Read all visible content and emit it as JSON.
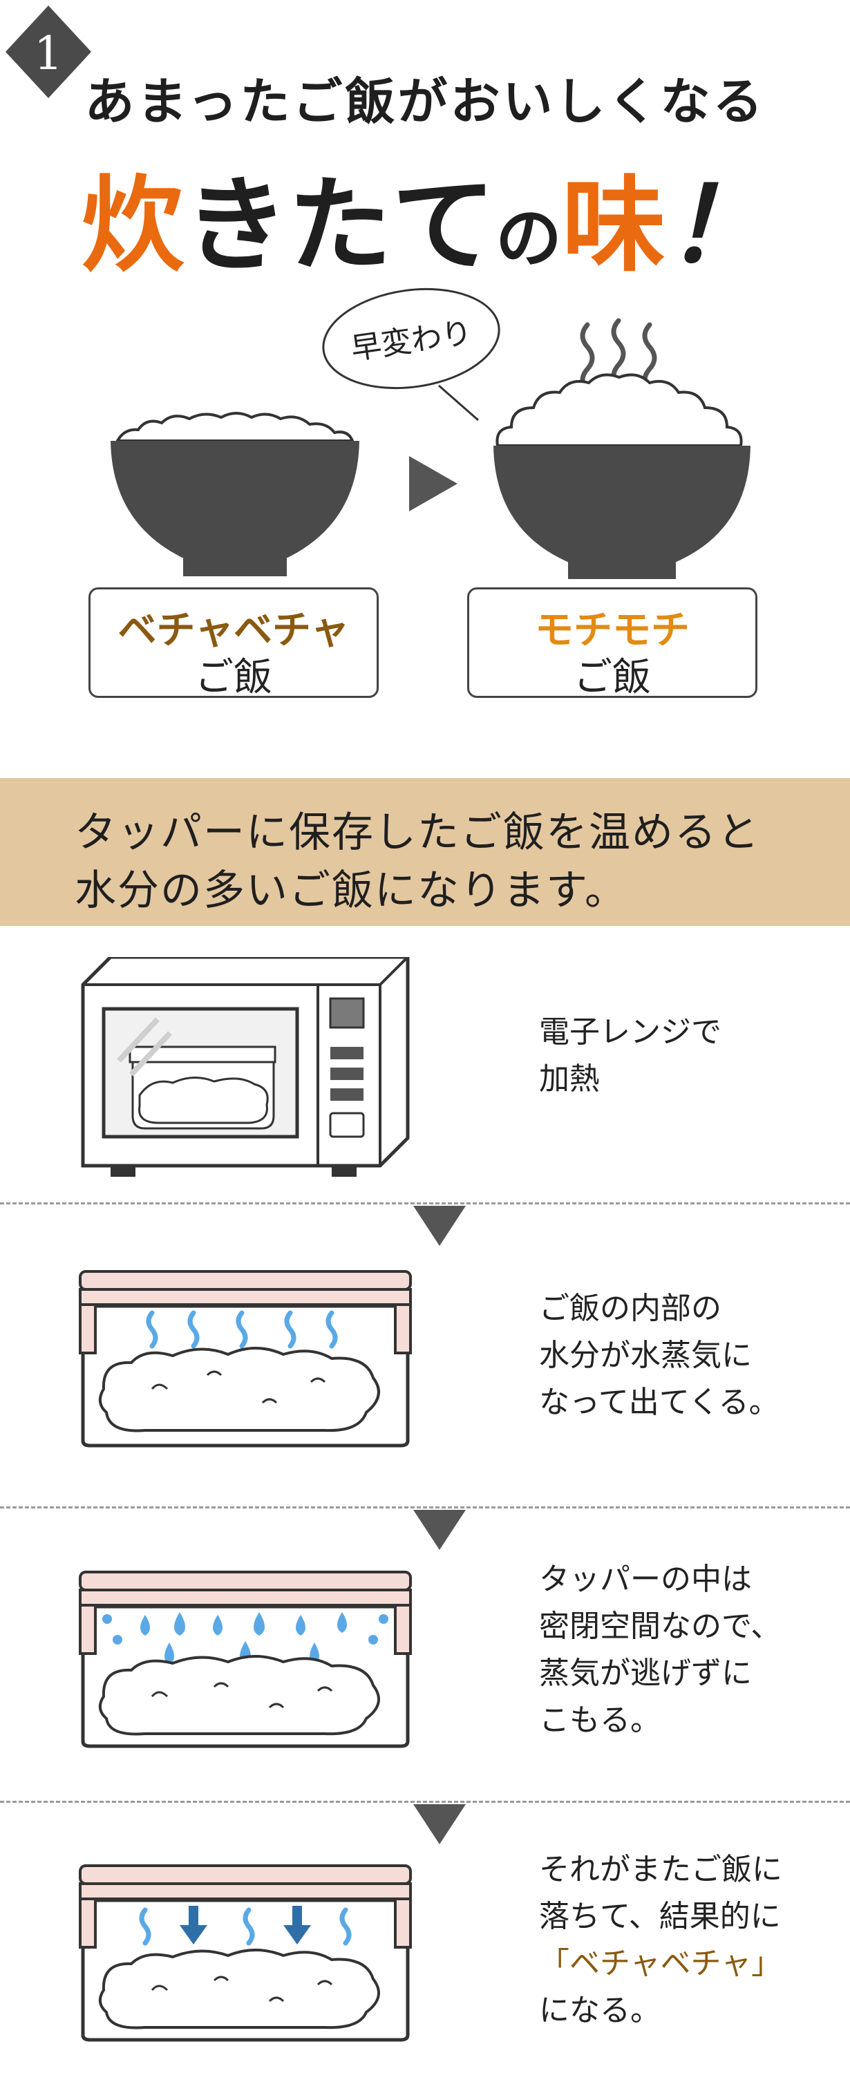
{
  "badge": {
    "number": "1"
  },
  "header": {
    "headline": "あまったご飯がおいしくなる",
    "tagline": [
      {
        "text": "炊",
        "style": "orange big"
      },
      {
        "text": "きたて",
        "style": "big"
      },
      {
        "text": "の",
        "style": "small"
      },
      {
        "text": "味",
        "style": "orange big"
      },
      {
        "text": "！",
        "style": "excl"
      }
    ]
  },
  "comparison": {
    "bubble": "早変わり",
    "before": {
      "line1": "ベチャベチャ",
      "line2": "ご飯"
    },
    "after": {
      "line1": "モチモチ",
      "line2": "ご飯"
    }
  },
  "band": {
    "line1": "タッパーに保存したご飯を温めると",
    "line2": "水分の多いご飯になります。"
  },
  "steps": [
    {
      "lines": [
        "電子レンジで",
        "加熱"
      ]
    },
    {
      "lines": [
        "ご飯の内部の",
        "水分が水蒸気に",
        "なって出てくる。"
      ]
    },
    {
      "lines": [
        "タッパーの中は",
        "密閉空間なので、",
        "蒸気が逃げずに",
        "こもる。"
      ]
    },
    {
      "lines": [
        "それがまたご飯に",
        "落ちて、結果的に",
        "「ベチャベチャ」",
        "になる。"
      ]
    }
  ],
  "colors": {
    "accent_orange": "#ea6a10",
    "band": "#e3c79f",
    "bowl": "#4a4a4a",
    "steam_blue": "#5aa9e6",
    "lid_pink": "#f6dcd6"
  }
}
